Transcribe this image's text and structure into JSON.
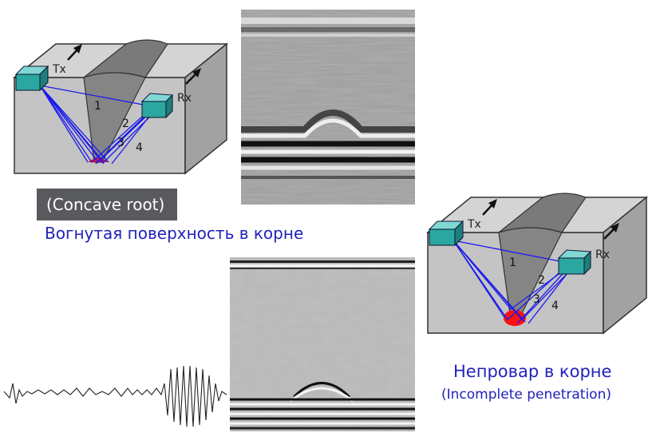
{
  "figure1": {
    "tx_label": "Tx",
    "rx_label": "Rx",
    "path_labels": [
      "1",
      "2",
      "3",
      "4"
    ],
    "defect_color": "#ff1010"
  },
  "figure2": {
    "tx_label": "Tx",
    "rx_label": "Rx",
    "path_labels": [
      "1",
      "2",
      "3",
      "4"
    ],
    "defect_color": "#ff1010"
  },
  "label_concave": "(Concave root)",
  "caption_concave_ru": "Вогнутая поверхность в корне",
  "caption_incomplete_ru": "Непровар в корне",
  "caption_incomplete_en": "(Incomplete penetration)",
  "colors": {
    "transducer": "#2aa7a0",
    "ray": "#1a1aee",
    "caption_text": "#2222bb",
    "label_bg": "#595a5e"
  }
}
